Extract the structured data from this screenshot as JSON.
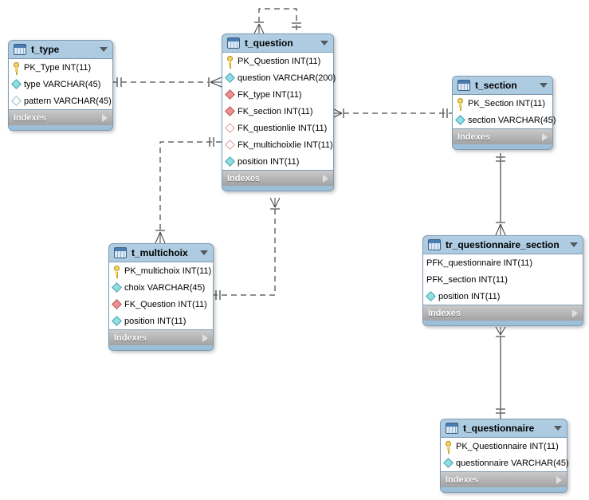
{
  "diagram": {
    "labels": {
      "indexes": "Indexes"
    },
    "tables": [
      {
        "id": "t_type",
        "title": "t_type",
        "columns": [
          {
            "icon": "key",
            "label": "PK_Type INT(11)"
          },
          {
            "icon": "column",
            "label": "type VARCHAR(45)"
          },
          {
            "icon": "column-nullable",
            "label": "pattern VARCHAR(45)"
          }
        ]
      },
      {
        "id": "t_question",
        "title": "t_question",
        "columns": [
          {
            "icon": "key",
            "label": "PK_Question INT(11)"
          },
          {
            "icon": "column",
            "label": "question VARCHAR(200)"
          },
          {
            "icon": "fk",
            "label": "FK_type INT(11)"
          },
          {
            "icon": "fk",
            "label": "FK_section INT(11)"
          },
          {
            "icon": "fk-nullable",
            "label": "FK_questionlie INT(11)"
          },
          {
            "icon": "fk-nullable",
            "label": "FK_multichoixlie INT(11)"
          },
          {
            "icon": "column",
            "label": "position INT(11)"
          }
        ]
      },
      {
        "id": "t_section",
        "title": "t_section",
        "columns": [
          {
            "icon": "key",
            "label": "PK_Section INT(11)"
          },
          {
            "icon": "column",
            "label": "section VARCHAR(45)"
          }
        ]
      },
      {
        "id": "t_multichoix",
        "title": "t_multichoix",
        "columns": [
          {
            "icon": "key",
            "label": "PK_multichoix INT(11)"
          },
          {
            "icon": "column",
            "label": "choix VARCHAR(45)"
          },
          {
            "icon": "fk",
            "label": "FK_Question INT(11)"
          },
          {
            "icon": "column",
            "label": "position INT(11)"
          }
        ]
      },
      {
        "id": "tr_questionnaire_section",
        "title": "tr_questionnaire_section",
        "columns": [
          {
            "icon": "none",
            "label": "PFK_questionnaire INT(11)"
          },
          {
            "icon": "none",
            "label": "PFK_section INT(11)"
          },
          {
            "icon": "column",
            "label": "position INT(11)"
          }
        ]
      },
      {
        "id": "t_questionnaire",
        "title": "t_questionnaire",
        "columns": [
          {
            "icon": "key",
            "label": "PK_Questionnaire INT(11)"
          },
          {
            "icon": "column",
            "label": "questionnaire VARCHAR(45)"
          }
        ]
      }
    ],
    "relationships": [
      {
        "from": "t_type",
        "to": "t_question",
        "style": "dashed",
        "from_cardinality": "one",
        "to_cardinality": "many"
      },
      {
        "from": "t_section",
        "to": "t_question",
        "style": "dashed",
        "from_cardinality": "one",
        "to_cardinality": "many"
      },
      {
        "from": "t_question",
        "to": "t_question",
        "style": "dashed",
        "from_cardinality": "one",
        "to_cardinality": "many",
        "note": "self-reference"
      },
      {
        "from": "t_question",
        "to": "t_multichoix",
        "style": "dashed",
        "from_cardinality": "one",
        "to_cardinality": "many"
      },
      {
        "from": "t_multichoix",
        "to": "t_question",
        "style": "dashed",
        "from_cardinality": "one",
        "to_cardinality": "many"
      },
      {
        "from": "t_section",
        "to": "tr_questionnaire_section",
        "style": "solid",
        "from_cardinality": "one",
        "to_cardinality": "many"
      },
      {
        "from": "t_questionnaire",
        "to": "tr_questionnaire_section",
        "style": "solid",
        "from_cardinality": "one",
        "to_cardinality": "many"
      }
    ],
    "colors": {
      "header_blue": "#a9c7de",
      "footer_gray": "#b2b2b2",
      "key_yellow": "#f7d65c",
      "column_cyan": "#8edee3",
      "fk_red": "#ec9191",
      "line_black": "#1c1c1c"
    }
  }
}
